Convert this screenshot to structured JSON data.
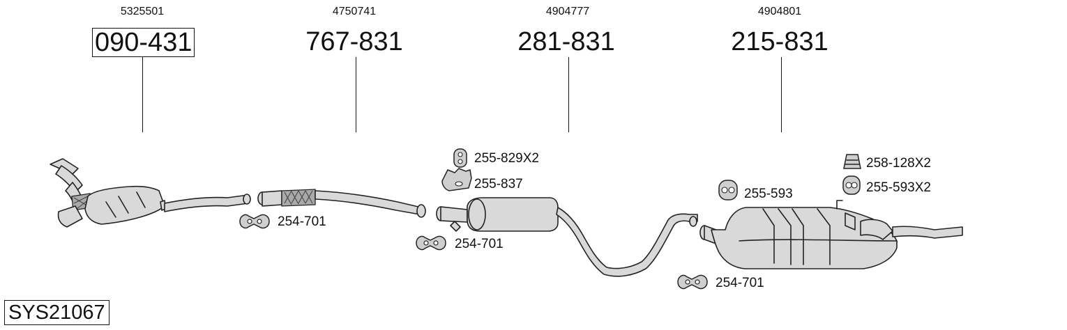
{
  "diagram_code": "SYS21067",
  "parts": [
    {
      "oe_number": "5325501",
      "part_number": "090-431",
      "boxed": true
    },
    {
      "oe_number": "4750741",
      "part_number": "767-831",
      "boxed": false
    },
    {
      "oe_number": "4904777",
      "part_number": "281-831",
      "boxed": false
    },
    {
      "oe_number": "4904801",
      "part_number": "215-831",
      "boxed": false
    }
  ],
  "accessories": {
    "clamp_1": "254-701",
    "clamp_2": "254-701",
    "clamp_3": "254-701",
    "hanger_1": "255-829X2",
    "holder_1": "255-837",
    "hanger_2": "255-593",
    "bracket_1": "258-128X2",
    "hanger_3": "255-593X2"
  }
}
